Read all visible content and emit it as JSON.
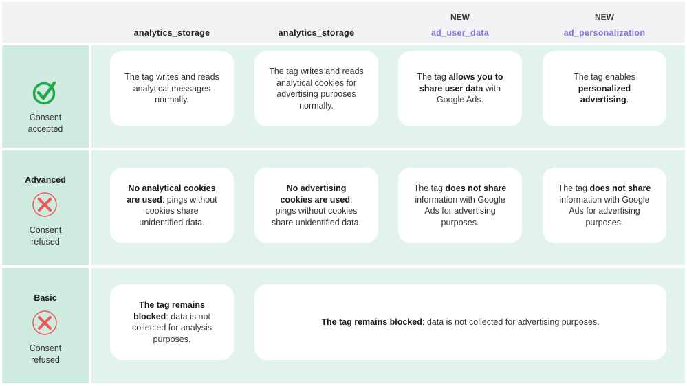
{
  "header": {
    "columns": [
      {
        "new": "",
        "key": "analytics_storage"
      },
      {
        "new": "",
        "key": "analytics_storage"
      },
      {
        "new": "NEW",
        "key": "ad_user_data"
      },
      {
        "new": "NEW",
        "key": "ad_personalization"
      }
    ]
  },
  "colors": {
    "accent_purple": "#8a72e0",
    "check_green": "#1faa4a",
    "refuse_red": "#f05454",
    "side_bg": "#cfeadf",
    "main_bg": "#e1f3ea"
  },
  "rows": [
    {
      "level": "",
      "icon": "check-circle-icon",
      "label": "Consent accepted",
      "cells": [
        [
          {
            "t": "The tag writes and reads analytical messages normally.",
            "b": false
          }
        ],
        [
          {
            "t": "The tag writes and reads analytical cookies for advertising purposes normally.",
            "b": false
          }
        ],
        [
          {
            "t": "The tag ",
            "b": false
          },
          {
            "t": "allows you to share user data",
            "b": true
          },
          {
            "t": " with Google Ads.",
            "b": false
          }
        ],
        [
          {
            "t": "The tag enables ",
            "b": false
          },
          {
            "t": "personalized advertising",
            "b": true
          },
          {
            "t": ".",
            "b": false
          }
        ]
      ]
    },
    {
      "level": "Advanced",
      "icon": "x-circle-icon",
      "label": "Consent refused",
      "cells": [
        [
          {
            "t": "No analytical cookies are used",
            "b": true
          },
          {
            "t": ": pings without cookies share unidentified data.",
            "b": false
          }
        ],
        [
          {
            "t": "No advertising cookies are used",
            "b": true
          },
          {
            "t": ": pings without cookies share unidentified data.",
            "b": false
          }
        ],
        [
          {
            "t": "The tag ",
            "b": false
          },
          {
            "t": "does not share",
            "b": true
          },
          {
            "t": " information with Google Ads for advertising purposes.",
            "b": false
          }
        ],
        [
          {
            "t": "The tag ",
            "b": false
          },
          {
            "t": "does not share",
            "b": true
          },
          {
            "t": " information with Google Ads for advertising purposes.",
            "b": false
          }
        ]
      ]
    },
    {
      "level": "Basic",
      "icon": "x-circle-icon",
      "label": "Consent refused",
      "cells": [
        [
          {
            "t": "The tag remains blocked",
            "b": true
          },
          {
            "t": ": data is not collected for analysis purposes.",
            "b": false
          }
        ],
        [
          {
            "t": "The tag remains blocked",
            "b": true
          },
          {
            "t": ": data is not collected for advertising purposes.",
            "b": false
          }
        ]
      ]
    }
  ]
}
